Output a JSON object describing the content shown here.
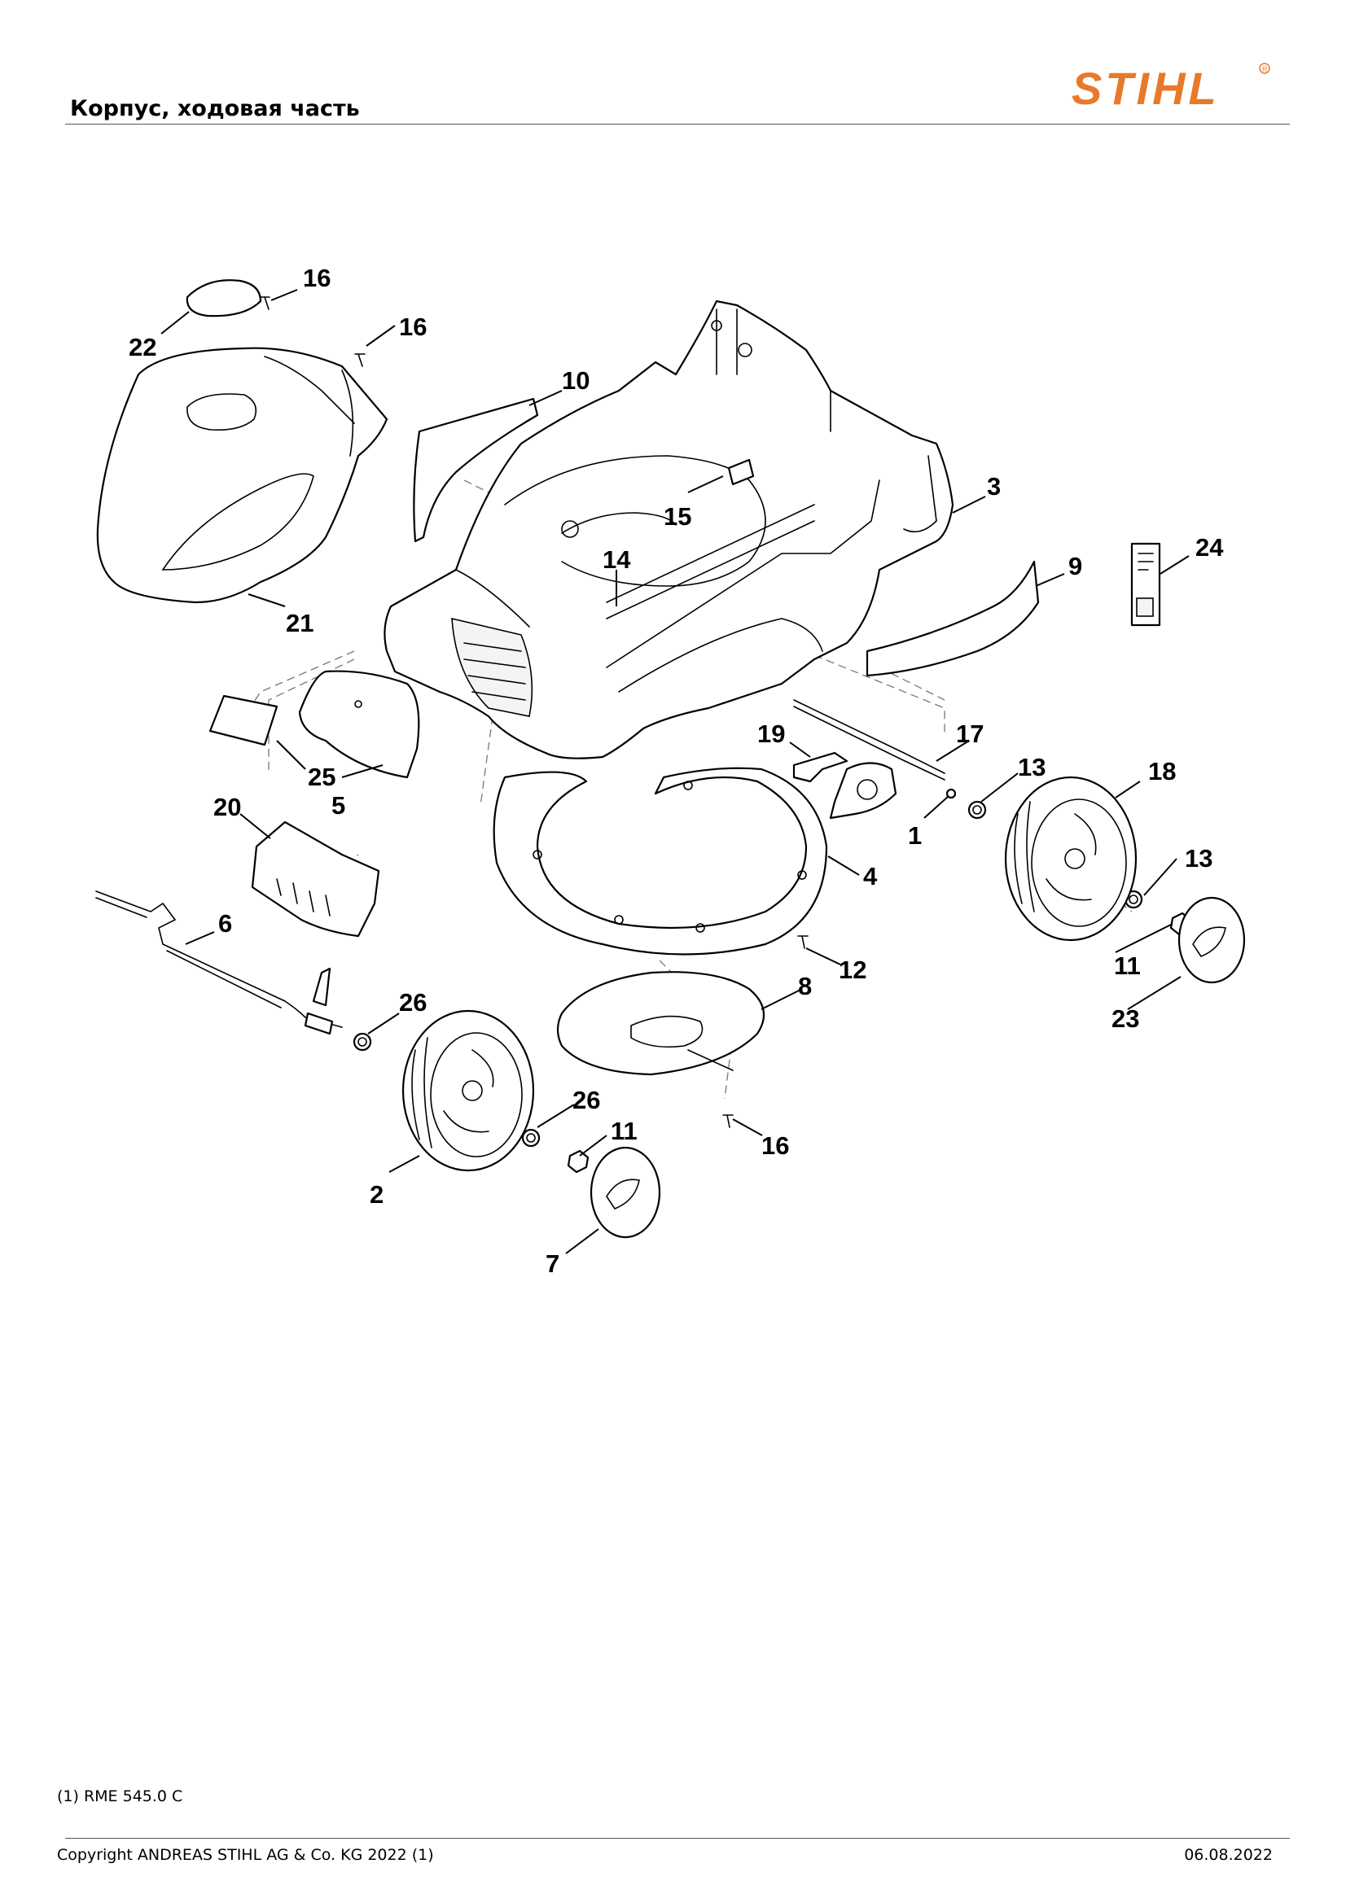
{
  "header": {
    "title": "Корпус, ходовая часть",
    "brand": "STIHL",
    "brand_color": "#e8792b"
  },
  "callouts": {
    "c1": "1",
    "c2": "2",
    "c3": "3",
    "c4": "4",
    "c5": "5",
    "c6": "6",
    "c7": "7",
    "c8": "8",
    "c9": "9",
    "c10": "10",
    "c11a": "11",
    "c11b": "11",
    "c12": "12",
    "c13a": "13",
    "c13b": "13",
    "c14": "14",
    "c15": "15",
    "c16a": "16",
    "c16b": "16",
    "c16c": "16",
    "c17": "17",
    "c18": "18",
    "c19": "19",
    "c20": "20",
    "c21": "21",
    "c22": "22",
    "c23": "23",
    "c24": "24",
    "c25": "25",
    "c26a": "26",
    "c26b": "26"
  },
  "footnote": "(1) RME 545.0 C",
  "footer": {
    "copyright": "Copyright ANDREAS STIHL AG & Co. KG 2022 (1)",
    "date": "06.08.2022"
  }
}
